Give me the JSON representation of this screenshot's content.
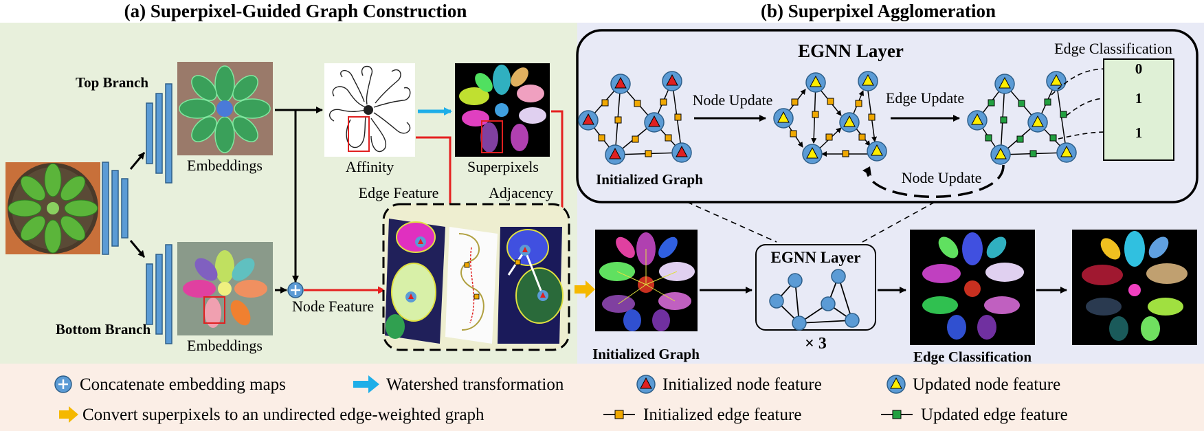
{
  "section_a": {
    "title": "(a) Superpixel-Guided Graph Construction",
    "top_branch": "Top Branch",
    "bottom_branch": "Bottom Branch",
    "embeddings_top": "Embeddings",
    "embeddings_bottom": "Embeddings",
    "affinity": "Affinity",
    "superpixels": "Superpixels",
    "edge_feature": "Edge Feature",
    "adjacency": "Adjacency",
    "node_feature": "Node Feature"
  },
  "section_b": {
    "title": "(b) Superpixel Agglomeration",
    "egnn_box_title": "EGNN Layer",
    "node_update_1": "Node Update",
    "edge_update": "Edge Update",
    "node_update_2": "Node Update",
    "initialized_graph_inner": "Initialized Graph",
    "edge_classification_inner": "Edge Classification",
    "edge_class_values": [
      "0",
      "1",
      "1"
    ],
    "egnn_small_title": "EGNN Layer",
    "repeat": "× 3",
    "initialized_graph": "Initialized Graph",
    "edge_classification": "Edge Classification"
  },
  "legend": {
    "concat": "Concatenate embedding maps",
    "watershed": "Watershed transformation",
    "init_node": "Initialized node feature",
    "upd_node": "Updated node feature",
    "convert": "Convert superpixels to an undirected edge-weighted graph",
    "init_edge": "Initialized edge feature",
    "upd_edge": "Updated edge feature"
  },
  "colors": {
    "panel_a_bg": "#e8f0dc",
    "panel_b_bg": "#e8eaf6",
    "legend_bg": "#fbeee6",
    "node_blue": "#5b9bd5",
    "node_red": "#e02020",
    "node_yellow": "#ffee00",
    "edge_orange": "#f0a800",
    "edge_green": "#22a040",
    "watershed_arrow": "#1eaee8",
    "red_arrow": "#e52020",
    "convert_arrow": "#f5b800",
    "branch_blue": "#5b9bd5"
  }
}
